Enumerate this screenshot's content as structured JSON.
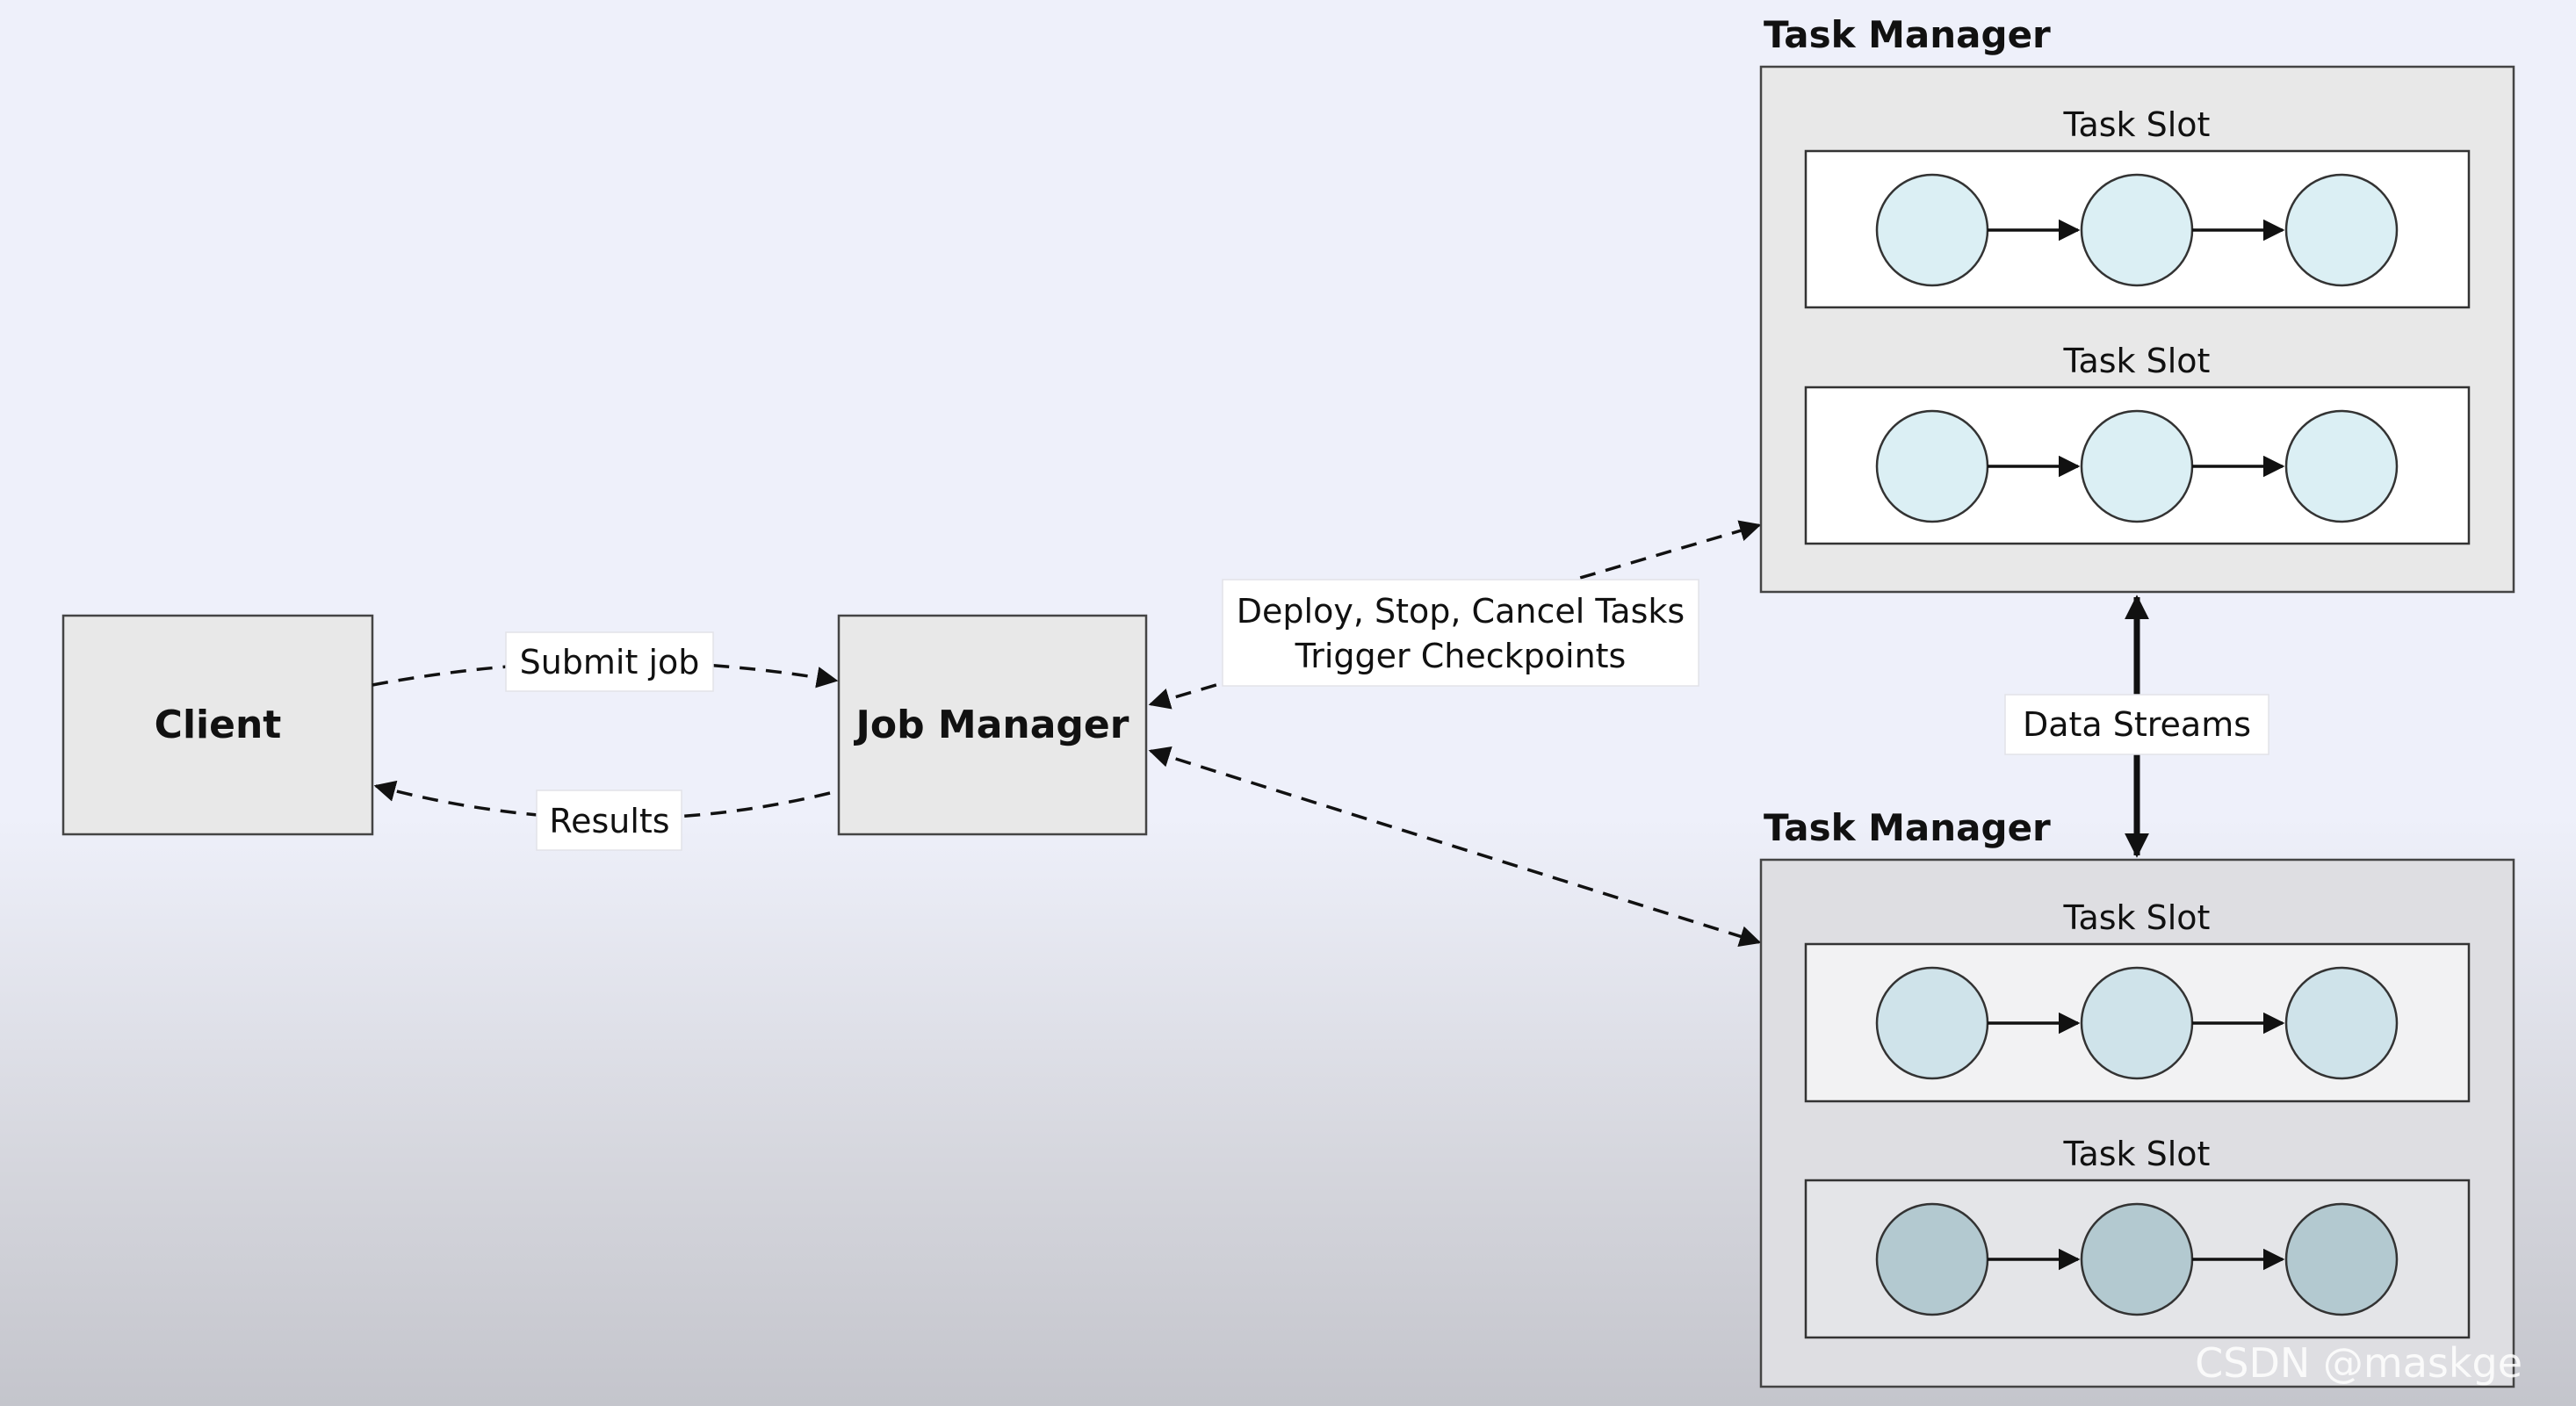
{
  "client": {
    "label": "Client"
  },
  "job_manager": {
    "label": "Job Manager"
  },
  "edges": {
    "submit_job": "Submit job",
    "results": "Results",
    "deploy_line1": "Deploy, Stop, Cancel Tasks",
    "deploy_line2": "Trigger Checkpoints",
    "data_streams": "Data Streams"
  },
  "task_managers": [
    {
      "title": "Task Manager",
      "slots": [
        {
          "title": "Task Slot"
        },
        {
          "title": "Task Slot"
        }
      ]
    },
    {
      "title": "Task Manager",
      "slots": [
        {
          "title": "Task Slot"
        },
        {
          "title": "Task Slot"
        }
      ]
    }
  ],
  "watermark": "CSDN @maskge",
  "colors": {
    "box_fill": "#e8e8e8",
    "box_stroke": "#444444",
    "slot_fill": "#ffffff",
    "task_fill": "#dbeff4",
    "line": "#111111"
  }
}
